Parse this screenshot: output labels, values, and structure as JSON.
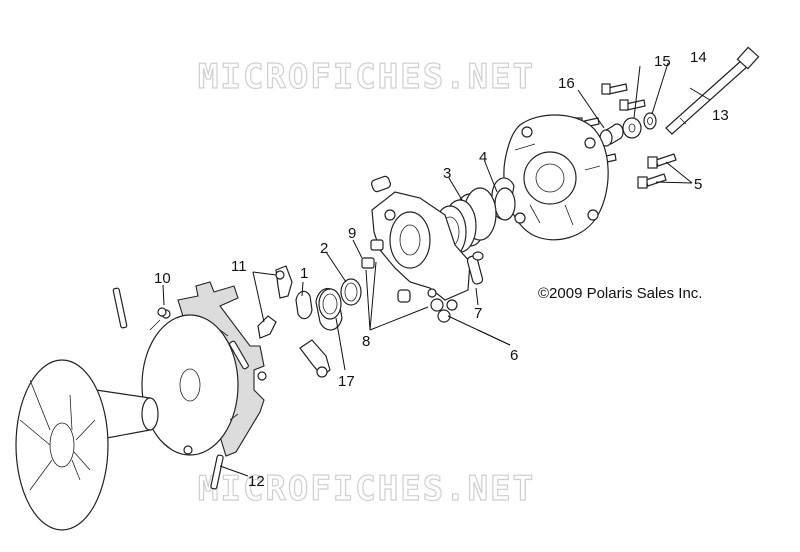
{
  "watermark": {
    "top": "MICROFICHES.NET",
    "bottom": "MICROFICHES.NET"
  },
  "copyright": "©2009 Polaris Sales Inc.",
  "callouts": [
    "1",
    "2",
    "3",
    "4",
    "5",
    "6",
    "7",
    "8",
    "9",
    "10",
    "11",
    "12",
    "13",
    "14",
    "15",
    "16",
    "17"
  ],
  "colors": {
    "line": "#222222",
    "watermark": "#cfcfcf",
    "fill": "#ffffff",
    "shade": "#dcdcdc"
  }
}
